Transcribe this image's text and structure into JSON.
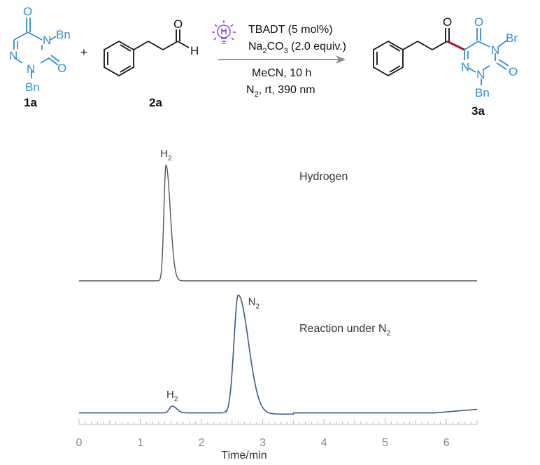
{
  "scheme": {
    "reactant_1": {
      "label": "1a",
      "atoms": {
        "o_top": "O",
        "n4": "N",
        "n1": "N",
        "n2": "N",
        "o_c3": "O",
        "bn_n4": "Bn",
        "bn_n2": "Bn"
      }
    },
    "plus": "+",
    "reactant_2": {
      "label": "2a",
      "atoms": {
        "o": "O",
        "h": "H"
      }
    },
    "conditions": {
      "catalyst": "TBADT (5 mol%)",
      "base_prefix": "Na",
      "base_sub1": "2",
      "base_mid": "CO",
      "base_sub2": "3",
      "base_suffix": " (2.0 equiv.)",
      "solvent_time": "MeCN, 10 h",
      "atm_prefix": "N",
      "atm_sub": "2",
      "atm_suffix": ", rt, 390 nm",
      "light_icon": "lightbulb-icon"
    },
    "product": {
      "label": "3a",
      "atoms": {
        "o_ketone": "O",
        "o_c5": "O",
        "n4": "N",
        "bn_n4": "Br",
        "n1": "N",
        "n2": "N",
        "o_c3": "O",
        "bn_n2": "Bn"
      }
    },
    "colors": {
      "heterocycle": "#2f8fd0",
      "new_bond": "#b5122a",
      "ink": "#111111",
      "lamp": "#8a4fd8"
    }
  },
  "chart_data": {
    "type": "line",
    "xlabel": "Time/min",
    "xlim": [
      0,
      6.5
    ],
    "xticks": [
      0,
      1,
      2,
      3,
      4,
      5,
      6
    ],
    "grid": false,
    "series": [
      {
        "name": "Hydrogen",
        "color": "#555555",
        "baseline": 0.0,
        "peaks": [
          {
            "center": 1.42,
            "height": 1.0,
            "sigma": 0.034,
            "tail": 0.06,
            "label": "H",
            "label_sub": "2"
          }
        ],
        "x": [
          0.0,
          1.2,
          1.3,
          1.35,
          1.38,
          1.4,
          1.42,
          1.44,
          1.46,
          1.5,
          1.55,
          1.6,
          1.8,
          6.5
        ],
        "y": [
          0.0,
          0.0,
          0.04,
          0.25,
          0.62,
          0.91,
          1.0,
          0.92,
          0.72,
          0.35,
          0.12,
          0.04,
          0.0,
          0.0
        ]
      },
      {
        "name": "Reaction under N",
        "name_sub": "2",
        "color": "#3d5a80",
        "baseline": 0.0,
        "peaks": [
          {
            "center": 1.52,
            "height": 0.057,
            "sigma": 0.045,
            "tail": 0.05,
            "label": "H",
            "label_sub": "2"
          },
          {
            "center": 2.6,
            "height": 1.0,
            "sigma": 0.07,
            "tail": 0.16,
            "label": "N",
            "label_sub": "2"
          }
        ],
        "x": [
          0.0,
          1.3,
          1.45,
          1.52,
          1.6,
          1.75,
          2.35,
          2.45,
          2.52,
          2.6,
          2.68,
          2.75,
          2.85,
          3.0,
          3.2,
          3.5,
          6.0,
          6.5
        ],
        "y": [
          0.02,
          0.02,
          0.05,
          0.077,
          0.05,
          0.02,
          0.0,
          0.2,
          0.7,
          1.0,
          0.84,
          0.6,
          0.35,
          0.15,
          0.06,
          0.02,
          0.02,
          0.05
        ]
      }
    ]
  }
}
